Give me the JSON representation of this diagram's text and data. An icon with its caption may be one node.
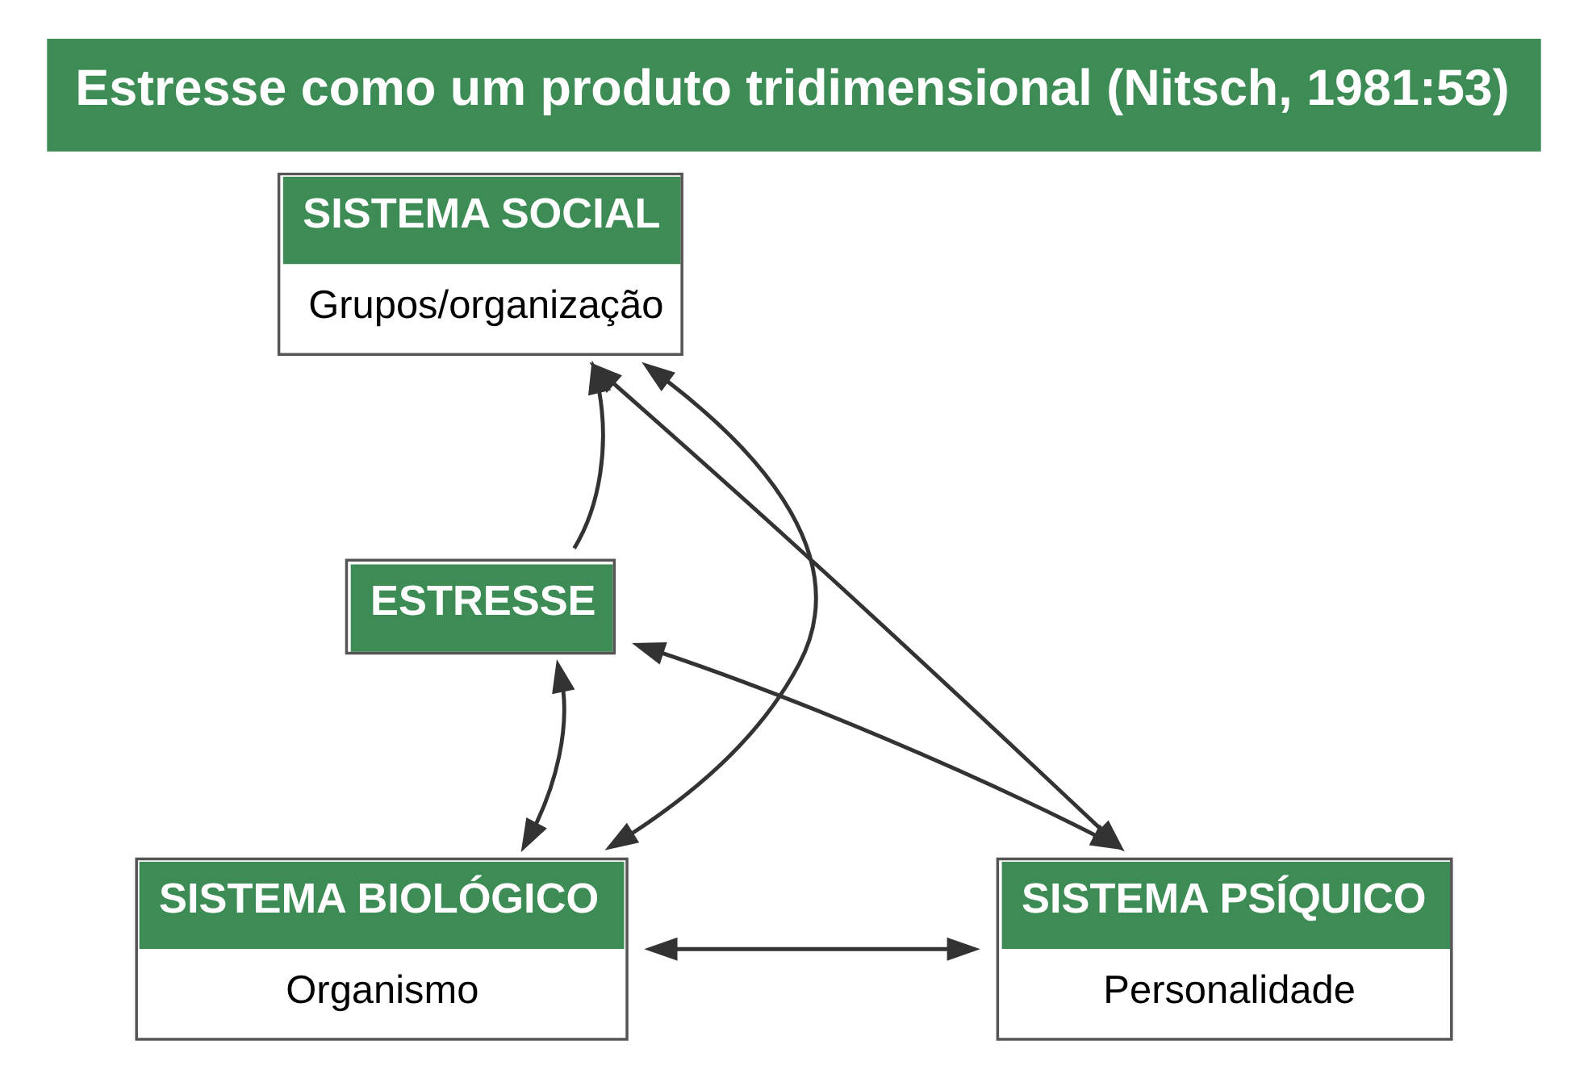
{
  "diagram": {
    "title": "Estresse como um produto tridimensional (Nitsch, 1981:53)",
    "nodes": [
      {
        "text": [
          "SISTEMA SOCIAL",
          "Grupos/organização"
        ]
      },
      {
        "text": [
          "ESTRESSE"
        ]
      },
      {
        "text": [
          "SISTEMA BIOLÓGICO",
          "Organismo"
        ]
      },
      {
        "text": [
          "SISTEMA PSÍQUICO",
          "Personalidade"
        ]
      }
    ],
    "edges": [
      {
        "from": 2,
        "to": 0,
        "arrow": "both"
      },
      {
        "from": 0,
        "to": 3,
        "arrow": "both"
      },
      {
        "from": 1,
        "to": 0,
        "arrow": "to"
      },
      {
        "from": 1,
        "to": 2,
        "arrow": "both"
      },
      {
        "from": 1,
        "to": 3,
        "arrow": "both"
      },
      {
        "from": 2,
        "to": 3,
        "arrow": "both"
      }
    ]
  }
}
